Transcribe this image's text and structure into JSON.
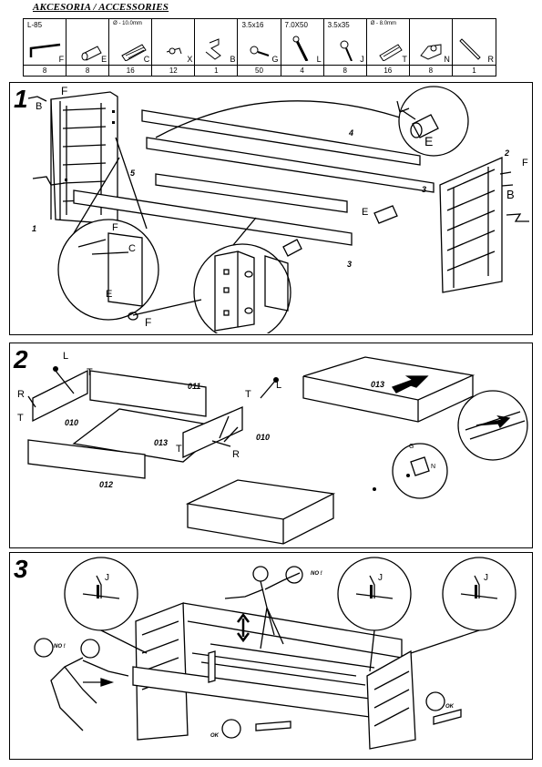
{
  "header": {
    "title": "AKCESORIA / ACCESSORIES"
  },
  "accessories": [
    {
      "size": "L-85",
      "letter": "F",
      "count": "8",
      "icon": "allen-key-icon"
    },
    {
      "size": "",
      "letter": "E",
      "count": "8",
      "icon": "barrel-nut-icon"
    },
    {
      "size": "Ø - 10.0mm",
      "letter": "C",
      "count": "16",
      "icon": "dowel-icon"
    },
    {
      "size": "",
      "letter": "X",
      "count": "12",
      "icon": "plastic-cap-icon"
    },
    {
      "size": "",
      "letter": "B",
      "count": "1",
      "icon": "hex-wrench-icon"
    },
    {
      "size": "3.5x16",
      "letter": "G",
      "count": "50",
      "icon": "short-screw-icon"
    },
    {
      "size": "7.0X50",
      "letter": "L",
      "count": "4",
      "icon": "long-screw-icon"
    },
    {
      "size": "3.5x35",
      "letter": "J",
      "count": "8",
      "icon": "wood-screw-icon"
    },
    {
      "size": "Ø - 8.0mm",
      "letter": "T",
      "count": "16",
      "icon": "small-dowel-icon"
    },
    {
      "size": "",
      "letter": "N",
      "count": "8",
      "icon": "bracket-icon"
    },
    {
      "size": "",
      "letter": "R",
      "count": "1",
      "icon": "screwdriver-icon"
    }
  ],
  "steps": [
    {
      "number": "1",
      "labels": {
        "b": "B",
        "f": "F",
        "c": "C",
        "e": "E",
        "x1": "1",
        "x2": "2",
        "x3": "3",
        "x4": "4",
        "x5": "5"
      }
    },
    {
      "number": "2",
      "labels": {
        "l": "L",
        "t": "T",
        "r": "R",
        "p010": "010",
        "p011": "011",
        "p012": "012",
        "p013": "013",
        "g": "G",
        "n": "N"
      }
    },
    {
      "number": "3",
      "labels": {
        "j": "J",
        "no": "NO !",
        "ok": "OK"
      }
    }
  ]
}
